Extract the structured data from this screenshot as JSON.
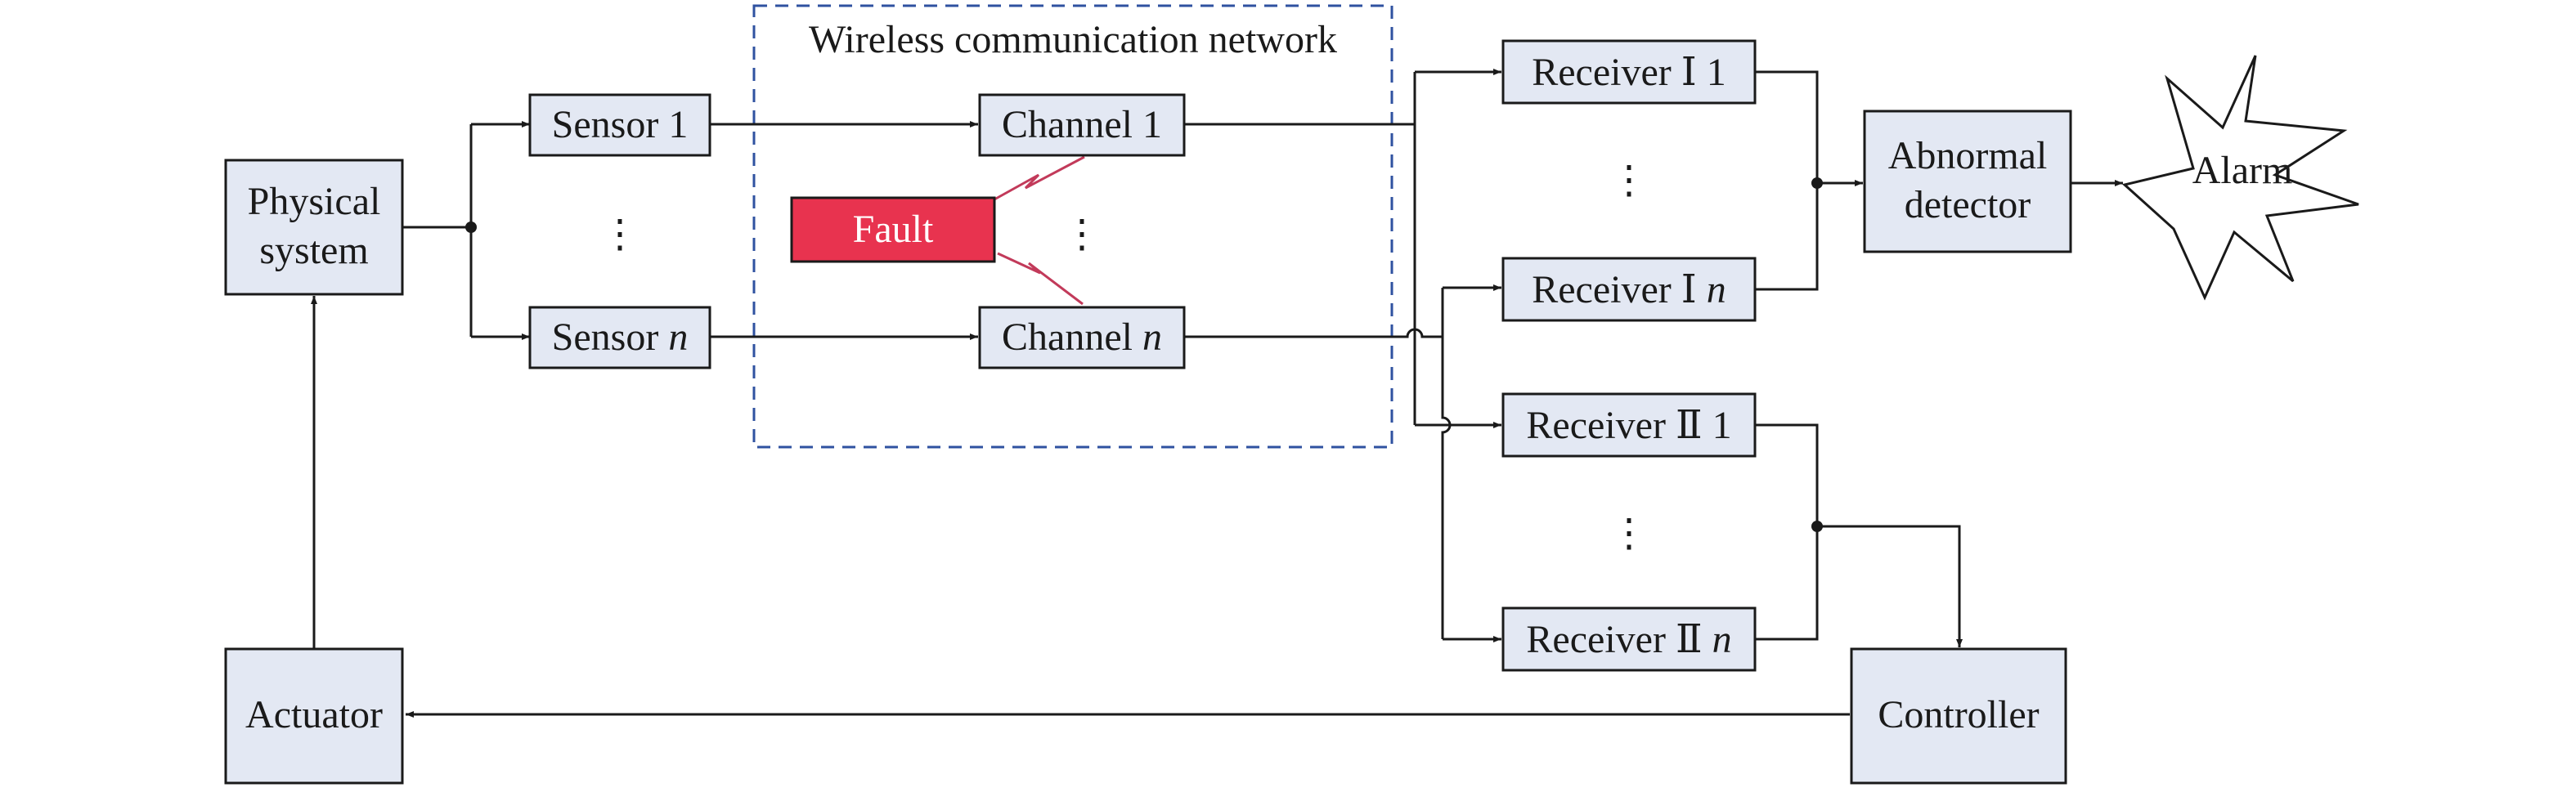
{
  "network_label": "Wireless communication network",
  "physical_system": {
    "line1": "Physical",
    "line2": "system"
  },
  "actuator": "Actuator",
  "sensor_1": {
    "text": "Sensor 1"
  },
  "sensor_n": {
    "text": "Sensor ",
    "italic": "n"
  },
  "channel_1": {
    "text": "Channel 1"
  },
  "channel_n": {
    "text": "Channel ",
    "italic": "n"
  },
  "fault": "Fault",
  "receiver_I_1": {
    "text": "Receiver Ⅰ 1"
  },
  "receiver_I_n": {
    "text": "Receiver Ⅰ ",
    "italic": "n"
  },
  "receiver_II_1": {
    "text": "Receiver Ⅱ 1"
  },
  "receiver_II_n": {
    "text": "Receiver Ⅱ ",
    "italic": "n"
  },
  "abnormal_detector": {
    "line1": "Abnormal",
    "line2": "detector"
  },
  "alarm": "Alarm",
  "controller": "Controller",
  "ellipsis": "⋮",
  "colors": {
    "box_fill": "#e3e8f3",
    "fault_fill": "#e8334f",
    "network_border": "#2f52a0",
    "lightning": "#c23a5a"
  }
}
